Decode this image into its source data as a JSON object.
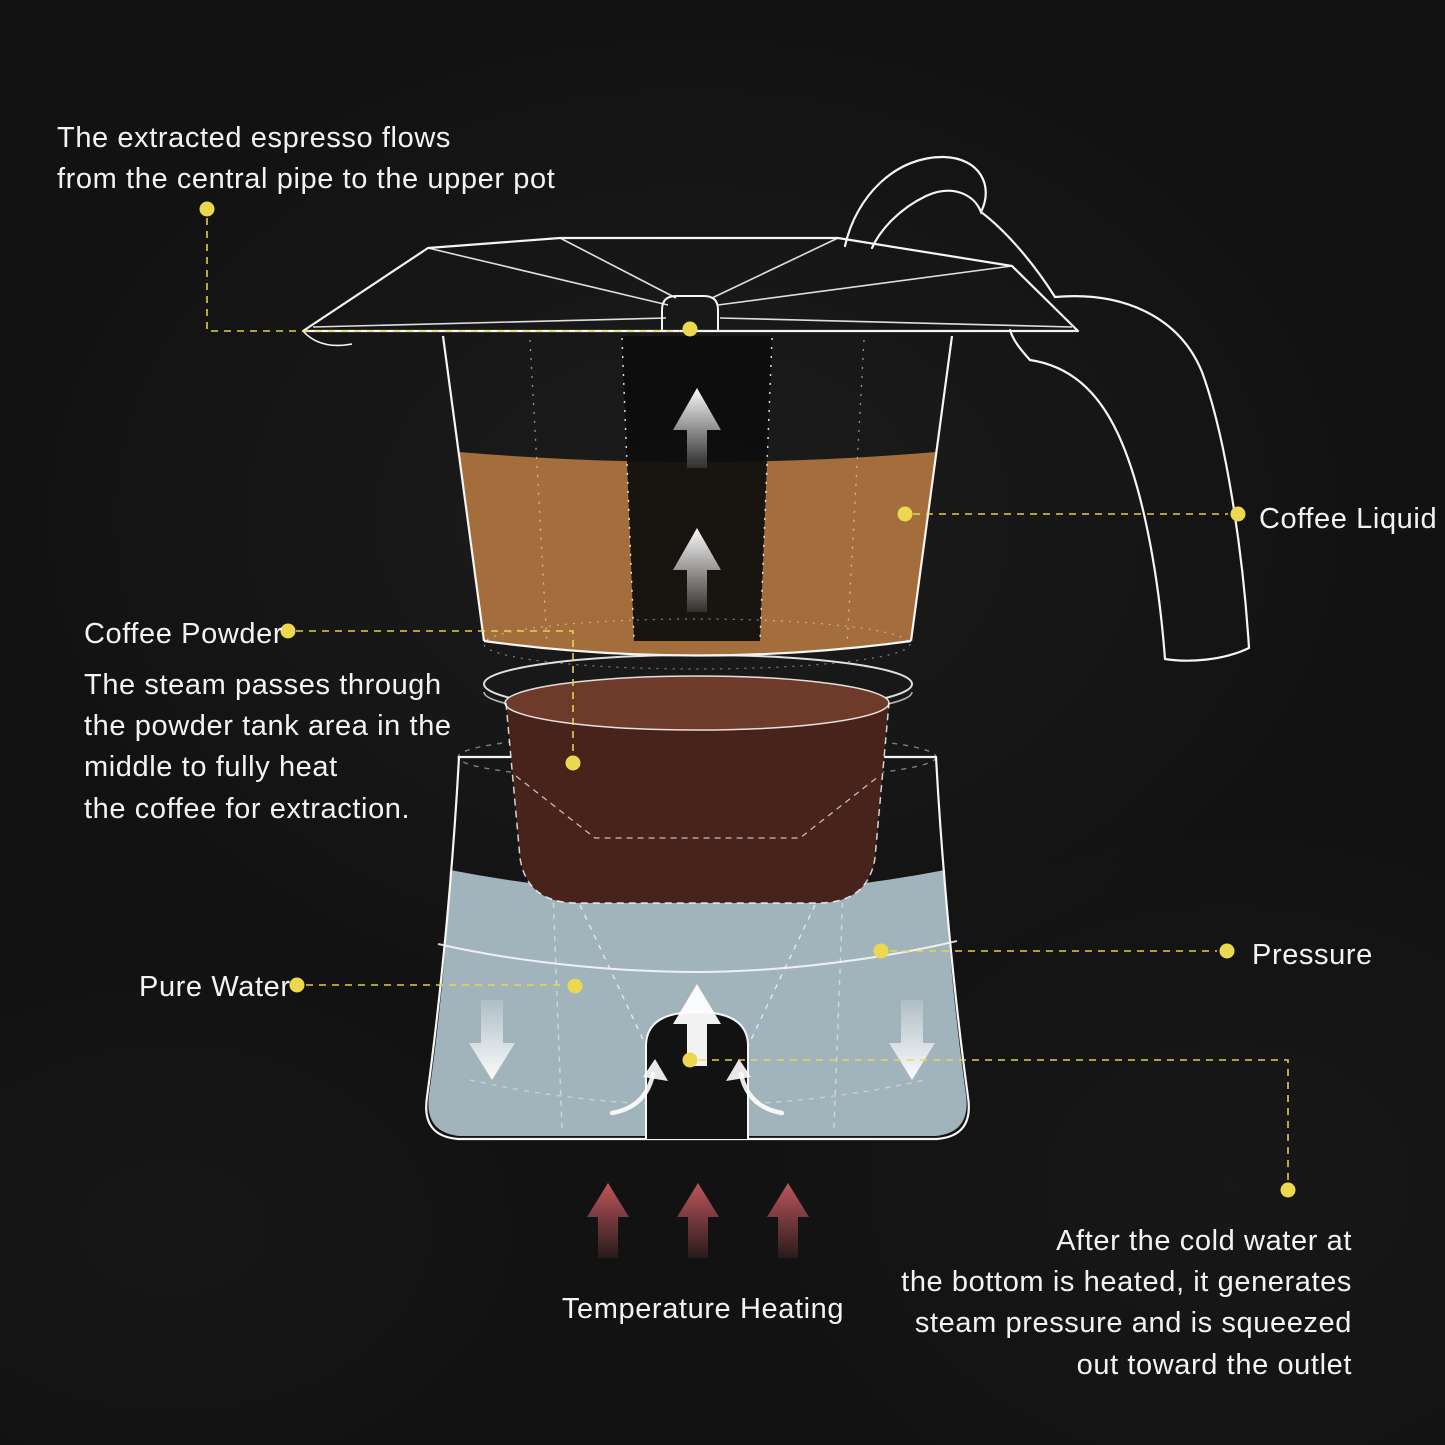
{
  "colors": {
    "background": "#121212",
    "accent": "#ecd84f",
    "line_white": "#f5f5f5",
    "coffee_liquid": "#a9713c",
    "coffee_powder_dark": "#47231c",
    "coffee_powder_top": "#6e3b2b",
    "water": "#b5cbd4",
    "heat": "#c75a60",
    "pipe_dark": "#0d0d0d"
  },
  "labels": {
    "espresso_note": "The extracted espresso flows\nfrom the central pipe to the upper pot",
    "coffee_liquid": "Coffee Liquid",
    "coffee_powder": "Coffee Powder",
    "steam_note": "The steam passes through\nthe powder tank area in the\nmiddle to fully heat\nthe coffee for extraction.",
    "pure_water": "Pure Water",
    "pressure": "Pressure",
    "temperature_heating": "Temperature Heating",
    "water_note": "After the cold water at\nthe bottom is heated, it generates\nsteam pressure and is squeezed\nout toward the outlet"
  }
}
